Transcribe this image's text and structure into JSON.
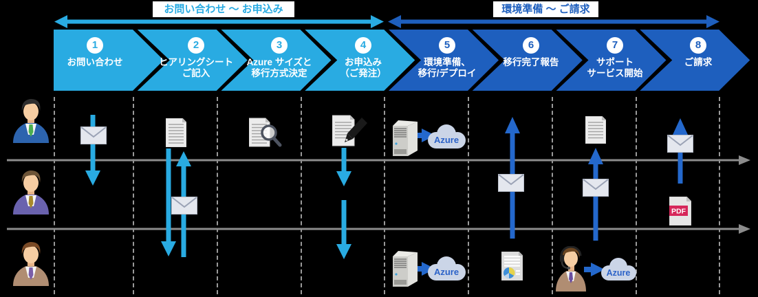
{
  "phases": [
    {
      "label": "お問い合わせ ～ お申込み",
      "color": "#29abe2"
    },
    {
      "label": "環境準備 ～ ご請求",
      "color": "#1e5fbe"
    }
  ],
  "steps": [
    {
      "num": "1",
      "label": "お問い合わせ"
    },
    {
      "num": "2",
      "label": "ヒアリングシート\nご記入"
    },
    {
      "num": "3",
      "label": "Azure サイズと\n移行方式決定"
    },
    {
      "num": "4",
      "label": "お申込み\n（ご発注）"
    },
    {
      "num": "5",
      "label": "環境準備、\n移行/デプロイ"
    },
    {
      "num": "6",
      "label": "移行完了報告"
    },
    {
      "num": "7",
      "label": "サポート\nサービス開始"
    },
    {
      "num": "8",
      "label": "ご請求"
    }
  ],
  "labels": {
    "azure": "Azure",
    "pdf": "PDF"
  },
  "colors": {
    "phase1_cyan": "#29abe2",
    "phase2_blue": "#1e5fbe",
    "flow_arrow_blue": "#2468cc",
    "lane_gray": "#8c8c8c",
    "divider_gray": "#9a9a9a"
  }
}
